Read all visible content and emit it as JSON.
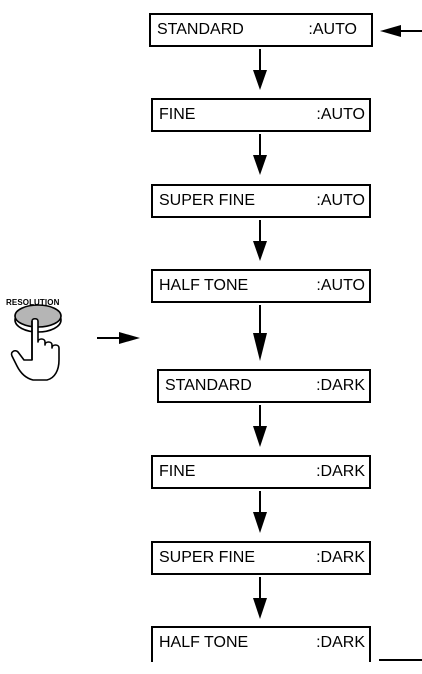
{
  "key": {
    "label": "RESOLUTION"
  },
  "displays": [
    {
      "mode": "STANDARD",
      "setting": ":AUTO"
    },
    {
      "mode": "FINE",
      "setting": ":AUTO"
    },
    {
      "mode": "SUPER FINE",
      "setting": ":AUTO"
    },
    {
      "mode": "HALF TONE",
      "setting": ":AUTO"
    },
    {
      "mode": "STANDARD",
      "setting": ":DARK"
    },
    {
      "mode": "FINE",
      "setting": ":DARK"
    },
    {
      "mode": "SUPER FINE",
      "setting": ":DARK"
    },
    {
      "mode": "HALF TONE",
      "setting": ":DARK"
    }
  ]
}
